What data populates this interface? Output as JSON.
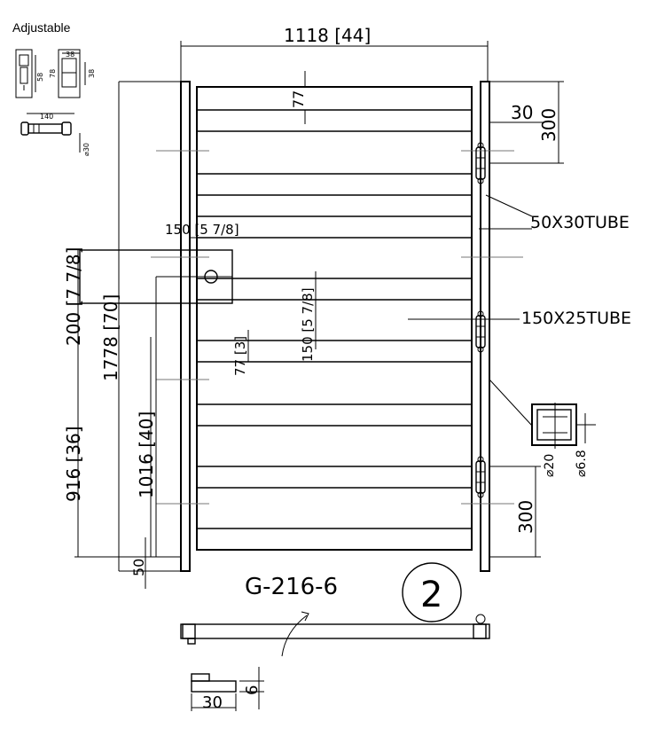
{
  "title_corner": "Adjustable",
  "drawing_id": "G-216-6",
  "sheet_number": "2",
  "labels": {
    "post_tube": "50X30TUBE",
    "rail_tube": "150X25TUBE"
  },
  "dimensions": {
    "overall_width": "1118 [44]",
    "top_gap": "77",
    "hinge_offset": "30",
    "top_hinge_height": "300",
    "latch_width": "150 [5 7/8]",
    "rail_spacing": "150 [5 7/8]",
    "slat_gap": "77 [3]",
    "latch_height_outer": "200 [7 7/8]",
    "overall_height": "1778 [70]",
    "latch_height_inner": "1016 [40]",
    "latch_height_ground": "916 [36]",
    "ground_clearance": "50",
    "bottom_hinge_height": "300",
    "pin_dia": "⌀20",
    "hole_dia": "⌀6.8",
    "bracket_width": "30",
    "bracket_thickness": "6"
  },
  "detail": {
    "bracket_58": "58",
    "bracket_78": "78",
    "bracket_38a": "38",
    "bracket_38b": "38",
    "bolt_length": "140",
    "bolt_dia": "⌀30"
  }
}
